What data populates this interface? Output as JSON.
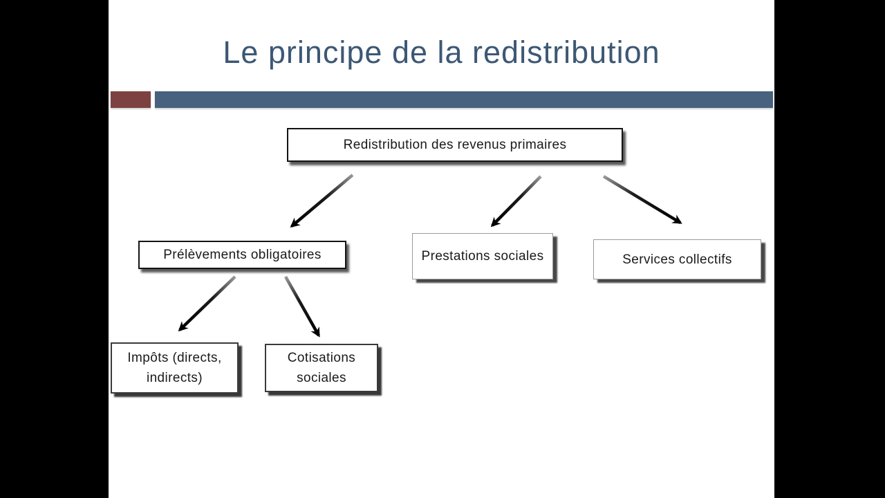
{
  "slide": {
    "title": "Le principe de la redistribution"
  },
  "colors": {
    "letterbox": "#000000",
    "slide_background": "#ffffff",
    "title_text": "#3d5875",
    "accent_maroon": "#7d4141",
    "accent_blue": "#47617e",
    "box_text": "#1a1a1a",
    "box_background": "#ffffff",
    "arrow": "#000000"
  },
  "diagram": {
    "type": "flowchart",
    "nodes": [
      {
        "id": "root",
        "label": "Redistribution des revenus primaires"
      },
      {
        "id": "prelevements",
        "label": "Prélèvements obligatoires"
      },
      {
        "id": "prestations",
        "label": "Prestations sociales"
      },
      {
        "id": "services",
        "label": "Services collectifs"
      },
      {
        "id": "impots",
        "label": "Impôts (directs, indirects)"
      },
      {
        "id": "cotisations",
        "label": "Cotisations sociales"
      }
    ],
    "edges": [
      {
        "from": "root",
        "to": "prelevements"
      },
      {
        "from": "root",
        "to": "prestations"
      },
      {
        "from": "root",
        "to": "services"
      },
      {
        "from": "prelevements",
        "to": "impots"
      },
      {
        "from": "prelevements",
        "to": "cotisations"
      }
    ]
  }
}
